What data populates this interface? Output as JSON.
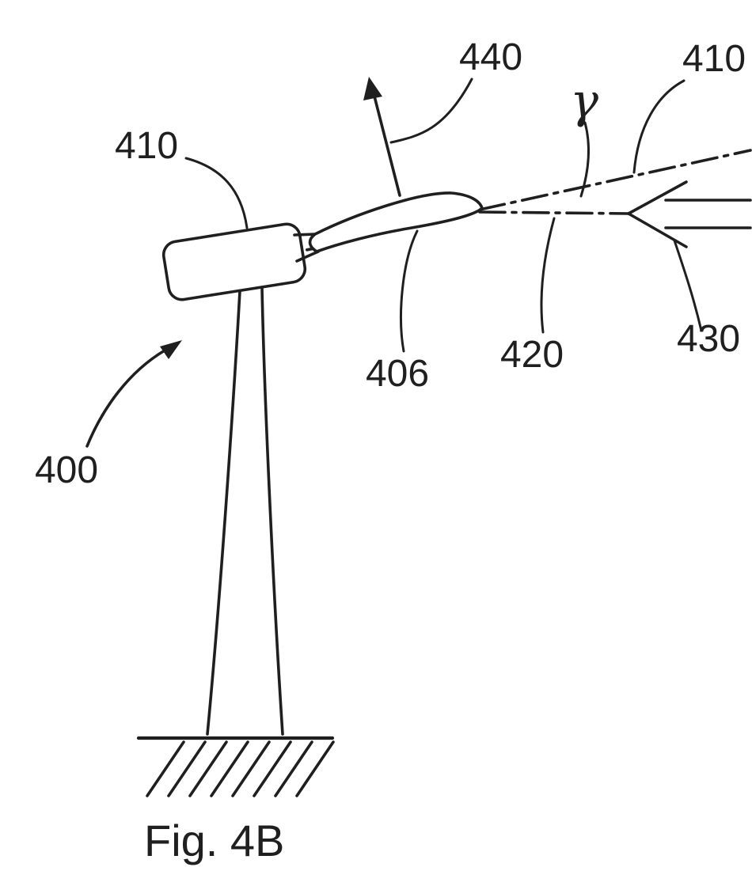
{
  "figure": {
    "caption": "Fig. 4B",
    "labels": {
      "l440": "440",
      "l410_top": "410",
      "gamma": "γ",
      "l410_left": "410",
      "l430": "430",
      "l420": "420",
      "l406": "406",
      "l400": "400"
    },
    "colors": {
      "line": "#1f1f1f",
      "background": "#ffffff"
    }
  }
}
